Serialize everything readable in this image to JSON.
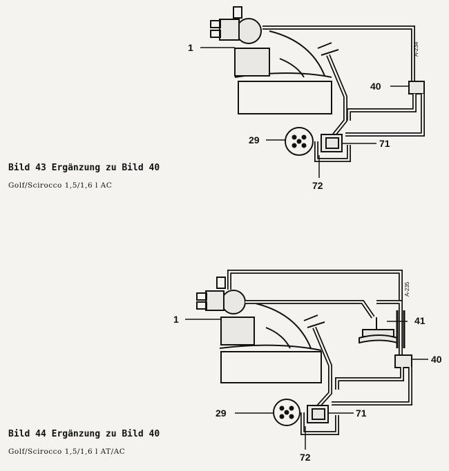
{
  "figures": [
    {
      "caption_title": "Bild 43  Ergänzung zu Bild 40",
      "caption_subtitle": "Golf/Scirocco 1,5/1,6 l AC",
      "ref_code": "A-234",
      "callouts": {
        "c1": "1",
        "c29": "29",
        "c40": "40",
        "c71": "71",
        "c72": "72"
      }
    },
    {
      "caption_title": "Bild 44  Ergänzung zu Bild 40",
      "caption_subtitle": "Golf/Scirocco 1,5/1,6 l AT/AC",
      "ref_code": "A-235",
      "callouts": {
        "c1": "1",
        "c29": "29",
        "c40": "40",
        "c41": "41",
        "c71": "71",
        "c72": "72"
      }
    }
  ]
}
